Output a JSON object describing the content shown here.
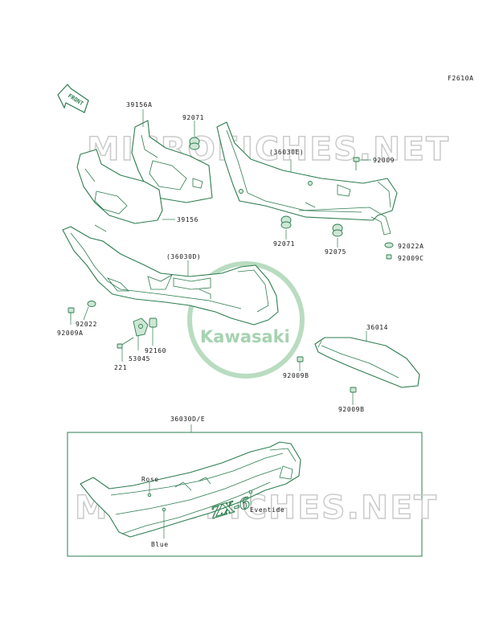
{
  "page_code": "F2610A",
  "front_label": "FRONT",
  "watermark_top": "MICROFICHES.NET",
  "watermark_bottom": "MICROFICHES.NET",
  "logo_text": "Kawasaki",
  "decal_text": "ZX-6",
  "parts": {
    "p39156A": "39156A",
    "p39156": "39156",
    "p92071_top": "92071",
    "p92071_mid": "92071",
    "p36030E": "(36030E)",
    "p92009_top": "92009",
    "p92075": "92075",
    "p92022A": "92022A",
    "p92009C": "92009C",
    "p36030D": "(36030D)",
    "p92009A": "92009A",
    "p92022": "92022",
    "p92160": "92160",
    "p53045": "53045",
    "p221": "221",
    "p36014": "36014",
    "p92009B_a": "92009B",
    "p92009B_b": "92009B"
  },
  "inset": {
    "title": "36030D/E",
    "color_rose": "Rose",
    "color_blue": "Blue",
    "color_eventide": "Eventide"
  },
  "colors": {
    "line": "#2e7d4f",
    "watermark": "#c9c9c9",
    "logo": "#a6d3b0"
  }
}
